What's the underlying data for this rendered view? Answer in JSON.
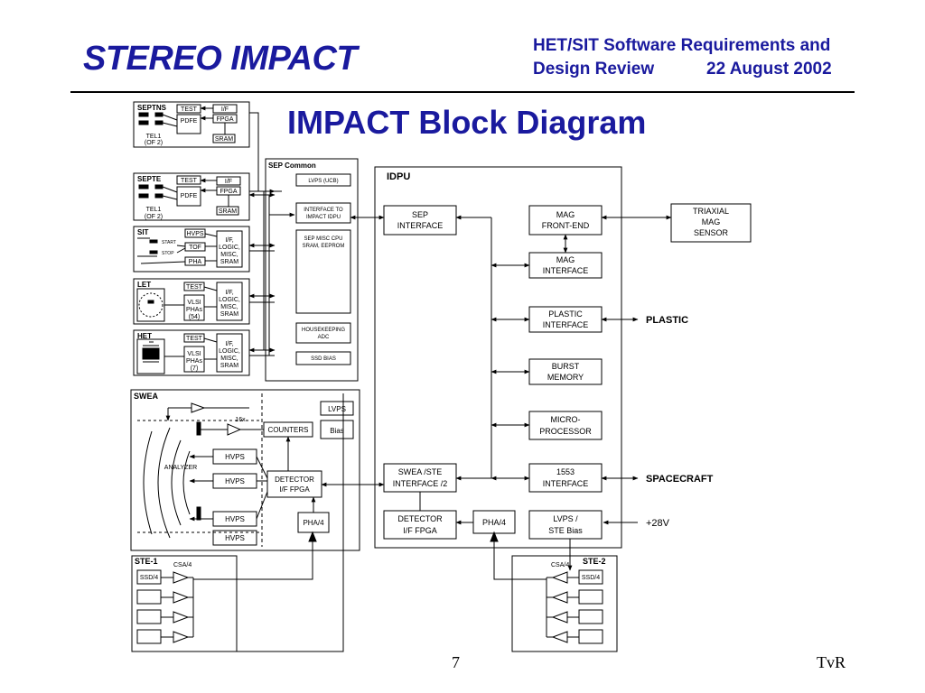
{
  "header": {
    "title": "STEREO IMPACT",
    "review_line1": "HET/SIT Software Requirements and",
    "review_line2": "Design Review",
    "review_date": "22 August 2002"
  },
  "slide_title": "IMPACT Block Diagram",
  "colors": {
    "accent": "#1a1a9e",
    "line": "#000000"
  },
  "septns": {
    "label": "SEPTNS",
    "test": "TEST",
    "if": "I/F",
    "fpga": "FPGA",
    "pdfe": "PDFE",
    "tel1": "TEL1",
    "of2": "(OF 2)",
    "sram": "SRAM"
  },
  "septe": {
    "label": "SEPTE",
    "test": "TEST",
    "if": "I/F",
    "fpga": "FPGA",
    "pdfe": "PDFE",
    "tel1": "TEL1",
    "of2": "(OF 2)",
    "sram": "SRAM"
  },
  "sit": {
    "label": "SIT",
    "hvps": "HVPS",
    "tof": "TOF",
    "pha": "PHA",
    "start": "START",
    "stop": "STOP",
    "logic": [
      "I/F,",
      "LOGIC,",
      "MISC,",
      "SRAM"
    ]
  },
  "let": {
    "label": "LET",
    "test": "TEST",
    "vlsi": [
      "VLSI",
      "PHAs",
      "(54)"
    ],
    "logic": [
      "I/F,",
      "LOGIC,",
      "MISC,",
      "SRAM"
    ]
  },
  "het": {
    "label": "HET",
    "test": "TEST",
    "vlsi": [
      "VLSI",
      "PHAs",
      "(7)"
    ],
    "logic": [
      "I/F,",
      "LOGIC,",
      "MISC,",
      "SRAM"
    ]
  },
  "sep_common": {
    "label": "SEP Common",
    "lvps": "LVPS (UCB)",
    "interface": [
      "INTERFACE TO",
      "IMPACT IDPU"
    ],
    "cpu": [
      "SEP MISC CPU",
      "SRAM, EEPROM"
    ],
    "housekeeping": [
      "HOUSEKEEPING",
      "ADC"
    ],
    "ssd_bias": "SSD BIAS"
  },
  "swea": {
    "label": "SWEA",
    "lvps": "LVPS",
    "bias": "Bias",
    "sixteen_x": "16x",
    "counters": "COUNTERS",
    "analyzer": "ANALYZER",
    "hvps": "HVPS",
    "detector": [
      "DETECTOR",
      "I/F FPGA"
    ],
    "pha4": "PHA/4"
  },
  "idpu": {
    "label": "IDPU",
    "sep_interface": [
      "SEP",
      "INTERFACE"
    ],
    "mag_frontend": [
      "MAG",
      "FRONT-END"
    ],
    "mag_interface": [
      "MAG",
      "INTERFACE"
    ],
    "plastic_interface": [
      "PLASTIC",
      "INTERFACE"
    ],
    "burst_memory": [
      "BURST",
      "MEMORY"
    ],
    "microprocessor": [
      "MICRO-",
      "PROCESSOR"
    ],
    "swea_ste_interface": [
      "SWEA /STE",
      "INTERFACE  /2"
    ],
    "i1553_interface": [
      "1553",
      "INTERFACE"
    ],
    "detector_fpga": [
      "DETECTOR",
      "I/F FPGA"
    ],
    "pha4": "PHA/4",
    "lvps_ste": [
      "LVPS /",
      "STE Bias"
    ]
  },
  "external": {
    "triaxial": [
      "TRIAXIAL",
      "MAG",
      "SENSOR"
    ],
    "plastic": "PLASTIC",
    "spacecraft": "SPACECRAFT",
    "power": "+28V"
  },
  "ste1": {
    "label": "STE-1",
    "csa": "CSA/4",
    "ssd": "SSD/4"
  },
  "ste2": {
    "label": "STE-2",
    "csa": "CSA/4",
    "ssd": "SSD/4"
  },
  "footer": {
    "page": "7",
    "author": "TvR"
  }
}
